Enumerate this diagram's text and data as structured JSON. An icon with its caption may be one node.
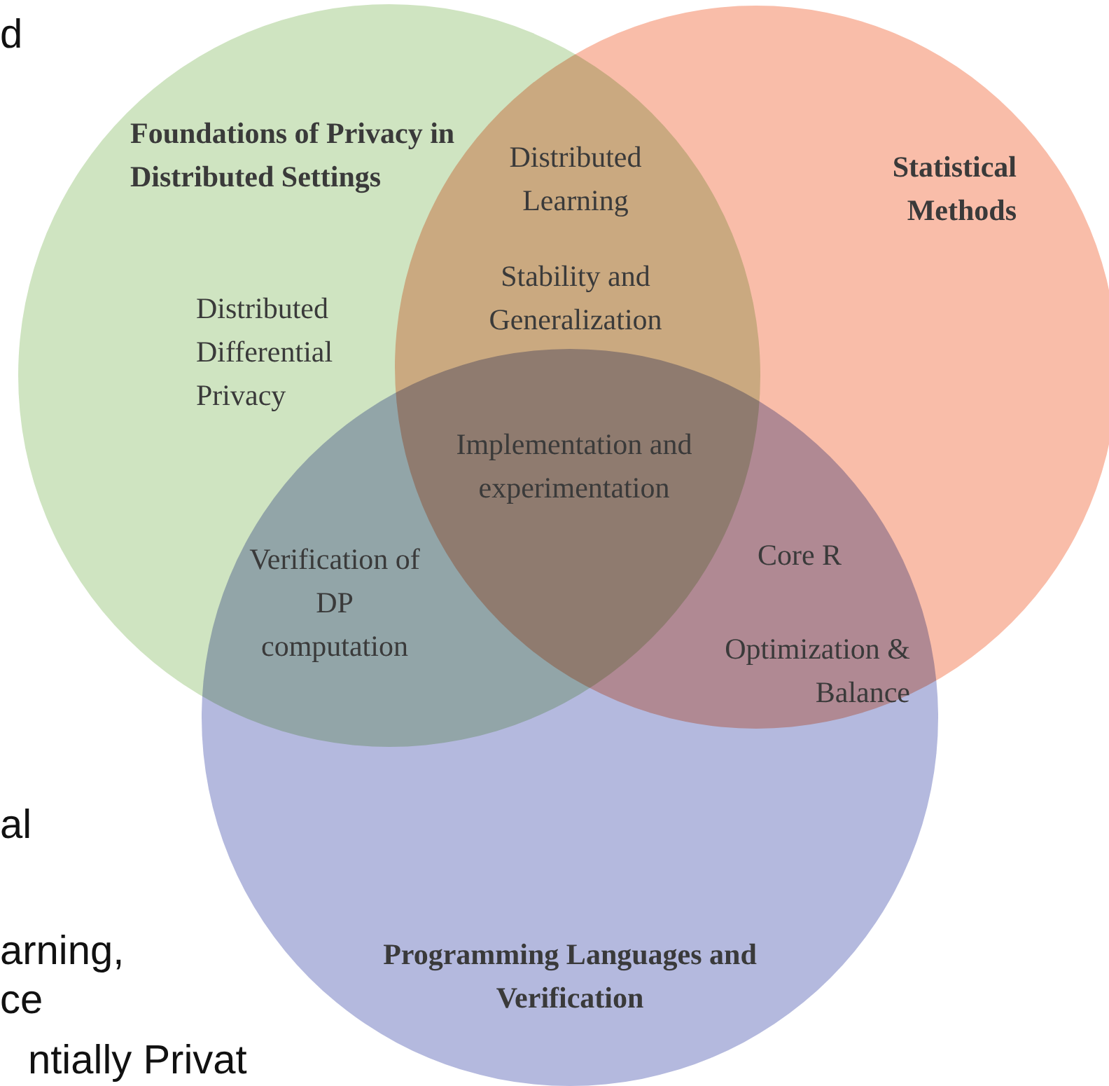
{
  "diagram": {
    "nodes": [
      {
        "text": [
          "Foundations of Privacy in Distributed Settings"
        ]
      },
      {
        "text": [
          "Statistical Methods"
        ]
      },
      {
        "text": [
          "Programming Languages and Verification"
        ]
      }
    ],
    "labels": [
      "d",
      "Distributed Differential Privacy",
      "Distributed Learning",
      "Stability and Generalization",
      "Implementation and experimentation",
      "Verification of DP computation",
      "Core R",
      "Optimization & Balance",
      "al",
      "arning,",
      "ce",
      "ntially Privat"
    ]
  }
}
